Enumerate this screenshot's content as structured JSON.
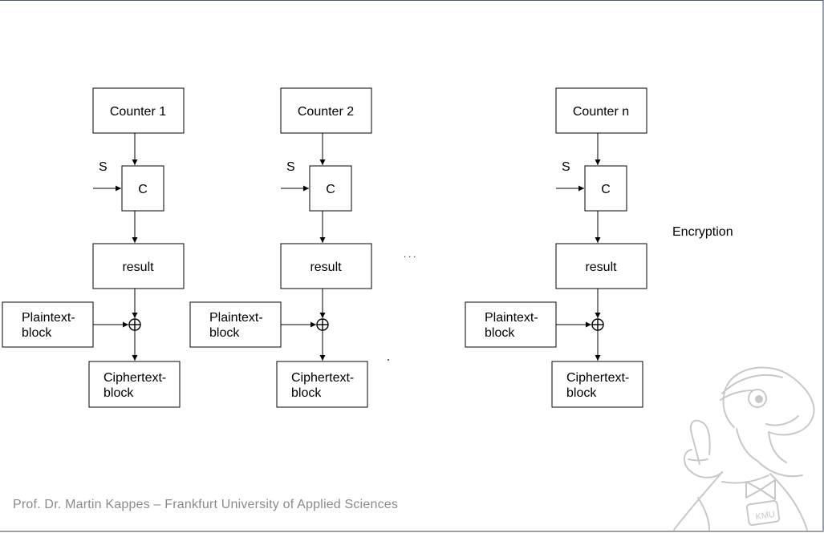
{
  "columns": [
    {
      "counter": "Counter 1",
      "key": "S",
      "cipher": "C",
      "result": "result",
      "plaintext": [
        "Plaintext-",
        "block"
      ],
      "ciphertext": [
        "Ciphertext-",
        "block"
      ]
    },
    {
      "counter": "Counter 2",
      "key": "S",
      "cipher": "C",
      "result": "result",
      "plaintext": [
        "Plaintext-",
        "block"
      ],
      "ciphertext": [
        "Ciphertext-",
        "block"
      ]
    },
    {
      "counter": "Counter n",
      "key": "S",
      "cipher": "C",
      "result": "result",
      "plaintext": [
        "Plaintext-",
        "block"
      ],
      "ciphertext": [
        "Ciphertext-",
        "block"
      ]
    }
  ],
  "ellipsis": ". . .",
  "side_label": "Encryption",
  "footer": "Prof. Dr. Martin Kappes – Frankfurt University of Applied Sciences",
  "mascot": {
    "icon": "turtle-mascot-icon",
    "badge": "KMU"
  }
}
